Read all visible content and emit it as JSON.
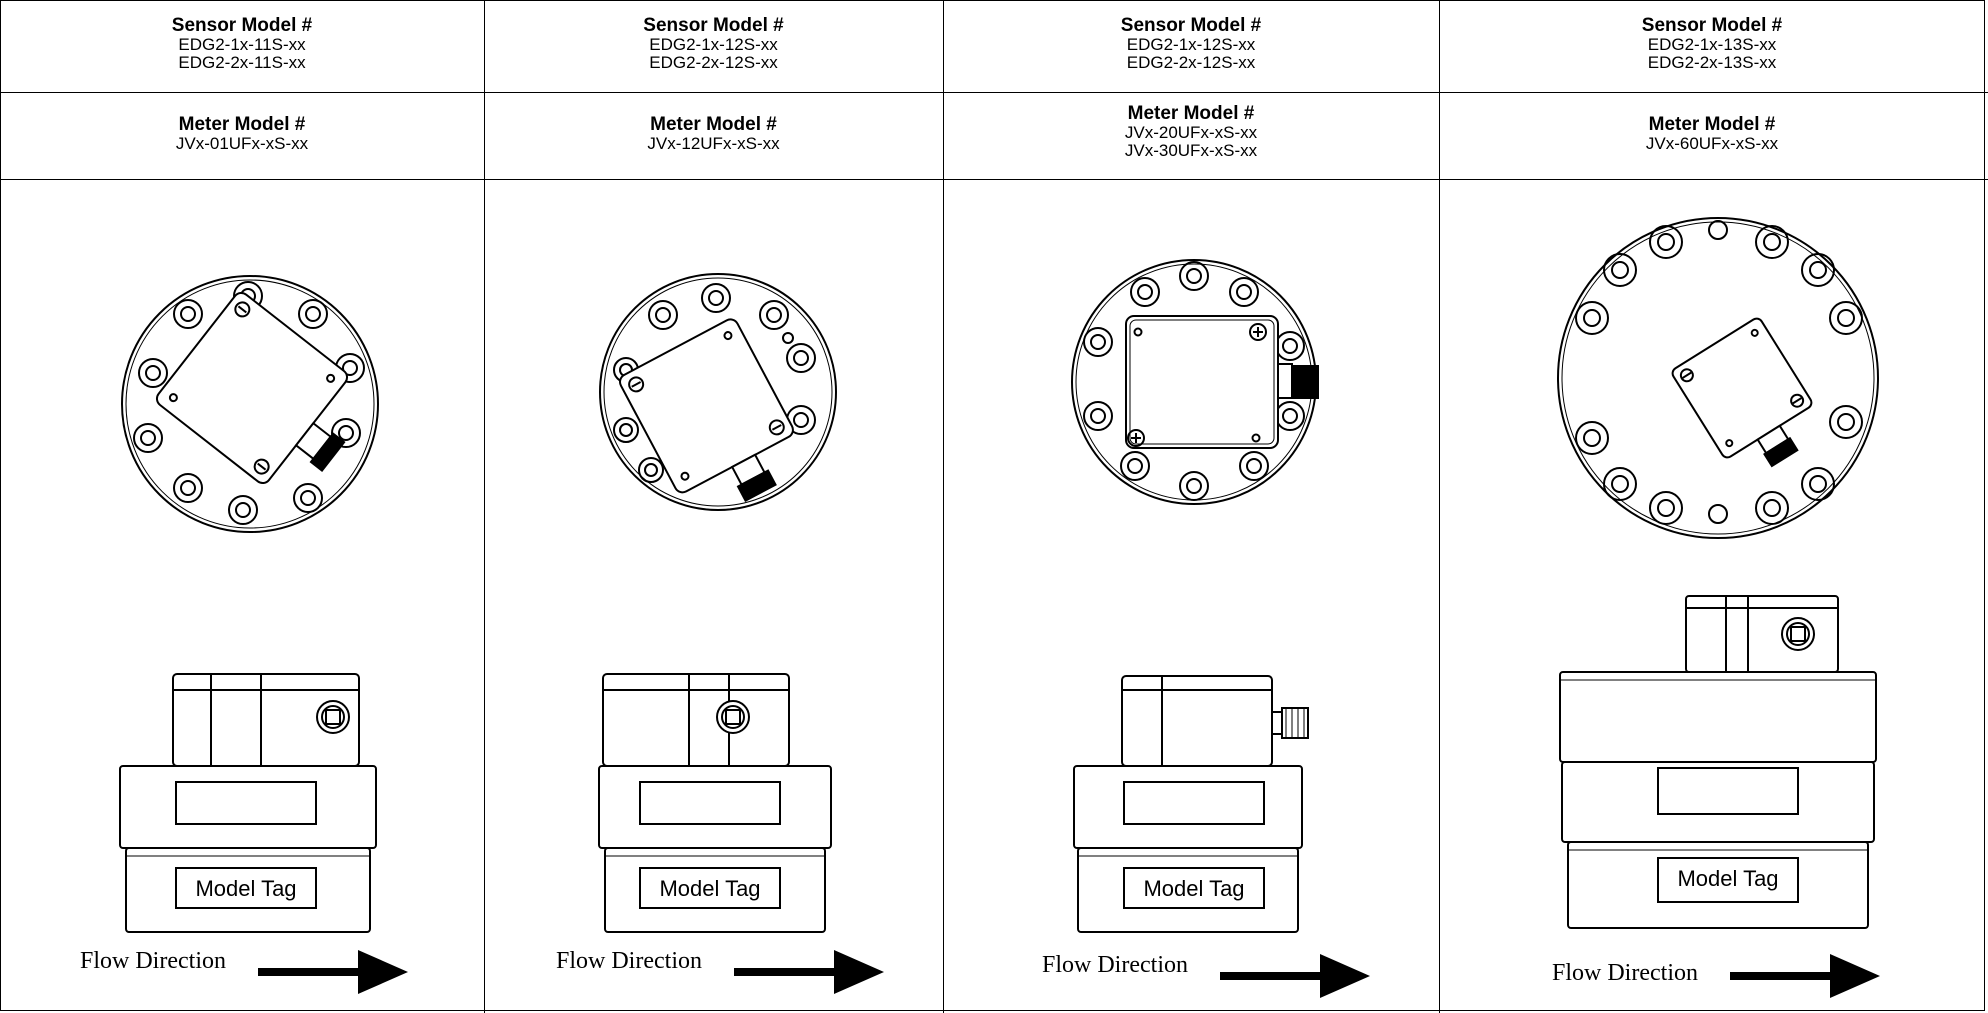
{
  "columns": [
    {
      "sensor_heading": "Sensor Model #",
      "sensor_models": [
        "EDG2-1x-11S-xx",
        "EDG2-2x-11S-xx"
      ],
      "meter_heading": "Meter Model #",
      "meter_models": [
        "JVx-01UFx-xS-xx"
      ],
      "model_tag": "Model Tag",
      "flow_label": "Flow Direction"
    },
    {
      "sensor_heading": "Sensor Model #",
      "sensor_models": [
        "EDG2-1x-12S-xx",
        "EDG2-2x-12S-xx"
      ],
      "meter_heading": "Meter Model #",
      "meter_models": [
        "JVx-12UFx-xS-xx"
      ],
      "model_tag": "Model Tag",
      "flow_label": "Flow Direction"
    },
    {
      "sensor_heading": "Sensor Model #",
      "sensor_models": [
        "EDG2-1x-12S-xx",
        "EDG2-2x-12S-xx"
      ],
      "meter_heading": "Meter Model #",
      "meter_models": [
        "JVx-20UFx-xS-xx",
        "JVx-30UFx-xS-xx"
      ],
      "model_tag": "Model Tag",
      "flow_label": "Flow Direction"
    },
    {
      "sensor_heading": "Sensor Model #",
      "sensor_models": [
        "EDG2-1x-13S-xx",
        "EDG2-2x-13S-xx"
      ],
      "meter_heading": "Meter Model #",
      "meter_models": [
        "JVx-60UFx-xS-xx"
      ],
      "model_tag": "Model Tag",
      "flow_label": "Flow Direction"
    }
  ]
}
